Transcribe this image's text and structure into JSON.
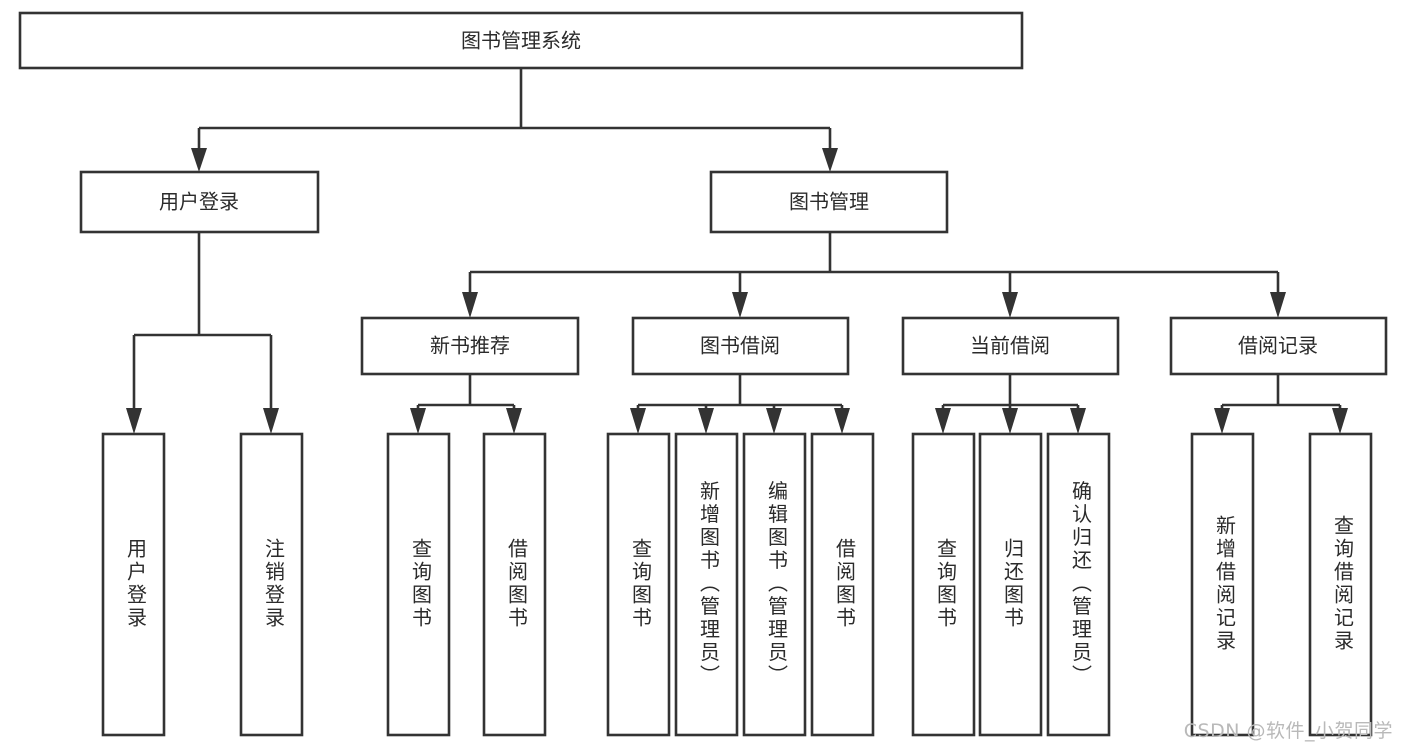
{
  "diagram": {
    "type": "tree-hierarchy",
    "title": "图书管理系统",
    "orientation": "top-down",
    "colors": {
      "box_fill": "#ffffff",
      "box_stroke": "#333333",
      "text": "#2b2b2b",
      "background": "#ffffff",
      "watermark": "#b9b9b9"
    },
    "watermark": "CSDN @软件_小贺同学",
    "root": {
      "label": "图书管理系统"
    },
    "level2": [
      {
        "id": "user-login",
        "label": "用户登录"
      },
      {
        "id": "book-management",
        "label": "图书管理"
      }
    ],
    "level3": [
      {
        "id": "new-book-recommend",
        "label": "新书推荐",
        "parent": "book-management"
      },
      {
        "id": "book-borrow",
        "label": "图书借阅",
        "parent": "book-management"
      },
      {
        "id": "current-borrow",
        "label": "当前借阅",
        "parent": "book-management"
      },
      {
        "id": "borrow-record",
        "label": "借阅记录",
        "parent": "book-management"
      }
    ],
    "leaves": [
      {
        "id": "leaf-user-login",
        "label": "用户登录",
        "parent": "user-login"
      },
      {
        "id": "leaf-logout-login",
        "label": "注销登录",
        "parent": "user-login"
      },
      {
        "id": "leaf-query-book-1",
        "label": "查询图书",
        "parent": "new-book-recommend"
      },
      {
        "id": "leaf-borrow-book-1",
        "label": "借阅图书",
        "parent": "new-book-recommend"
      },
      {
        "id": "leaf-query-book-2",
        "label": "查询图书",
        "parent": "book-borrow"
      },
      {
        "id": "leaf-add-book",
        "label": "新增图书（管理员）",
        "parent": "book-borrow"
      },
      {
        "id": "leaf-edit-book",
        "label": "编辑图书（管理员）",
        "parent": "book-borrow"
      },
      {
        "id": "leaf-borrow-book-2",
        "label": "借阅图书",
        "parent": "book-borrow"
      },
      {
        "id": "leaf-query-book-3",
        "label": "查询图书",
        "parent": "current-borrow"
      },
      {
        "id": "leaf-return-book",
        "label": "归还图书",
        "parent": "current-borrow"
      },
      {
        "id": "leaf-confirm-return",
        "label": "确认归还（管理员）",
        "parent": "current-borrow"
      },
      {
        "id": "leaf-add-record",
        "label": "新增借阅记录",
        "parent": "borrow-record"
      },
      {
        "id": "leaf-query-record",
        "label": "查询借阅记录",
        "parent": "borrow-record"
      }
    ]
  }
}
